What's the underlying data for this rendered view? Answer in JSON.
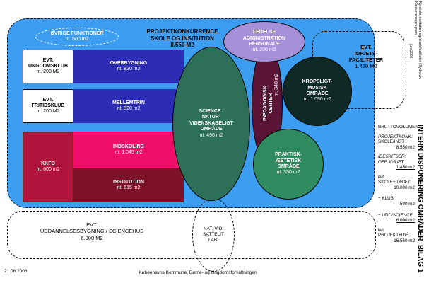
{
  "header": {
    "title": "PROJEKTKONKURRENCE",
    "subtitle": "SKOLE OG INSITUTION",
    "area": "8.550 M2"
  },
  "corner_note": {
    "lines": [
      "Ny skole, institution og idrætsfaciliteter i Sydhavn.",
      "Konkurrenceprogram",
      "juni 2006"
    ]
  },
  "areas": {
    "ovrige": {
      "label": "ØVRIGE FUNKTIONER",
      "value": "nt. 500 m2"
    },
    "ledelse": {
      "line1": "LEDELSE",
      "line2": "ADMINISTRATION",
      "line3": "PERSONALE",
      "value": "nt. 200 m2"
    },
    "idraet": {
      "line1": "EVT.",
      "line2": "IDRÆTS-",
      "line3": "FACILITETER",
      "value": "1.450 M2"
    },
    "ungdomsklub": {
      "line1": "EVT.",
      "line2": "UNGDOMSKLUB",
      "value": "nt. 200 M2"
    },
    "overbygning": {
      "label": "OVERBYGNING",
      "value": "nt. 820 m2"
    },
    "fritidsklub": {
      "line1": "EVT.",
      "line2": "FRITIDSKLUB",
      "value": "nt. 200 M2"
    },
    "mellemtrin": {
      "label": "MELLEMTRIN",
      "value": "nt. 820 m2"
    },
    "kkfo": {
      "label": "KKFO",
      "value": "nt. 600 m2"
    },
    "indskoling": {
      "label": "INDSKOLING",
      "value": "nt. 1.045 m2"
    },
    "institution": {
      "label": "INSTITUTION",
      "value": "nt. 615 m2"
    },
    "science": {
      "line1": "SCIENCE /",
      "line2": "NATUR-",
      "line3": "VIDENSKABELIGT",
      "line4": "OMRÅDE",
      "value": "nt. 490 m2"
    },
    "paedagogisk": {
      "line1": "PÆDAGOGISK",
      "line2": "CENTER",
      "value": "nt. 340 m2"
    },
    "kropsligt": {
      "line1": "KROPSLIGT-",
      "line2": "MUSISK",
      "line3": "OMRÅDE",
      "value": "nt. 1.090 m2"
    },
    "praktisk": {
      "line1": "PRAKTISK-",
      "line2": "ÆSTETISK",
      "line3": "OMRÅDE",
      "value": "nt. 350 m2"
    },
    "natvid": {
      "line1": "NAT.-VID.",
      "line2": "SATTELIT",
      "line3": "LAB."
    },
    "uddannelse": {
      "line1": "EVT.",
      "line2": "UDDANNELSESBYGNING / SCIENCEHUS",
      "value": "6.000 M2"
    }
  },
  "sidebar": {
    "heading": "BRUTTOVOLUMEN:",
    "projekt_label1": "PROJEKTKONK:",
    "projekt_label2": "SKOLE/INST",
    "projekt_value": "8.550 m2",
    "ide_label1": "IDÉSKITSER:",
    "ide_label2": "OFF. IDRÆT",
    "ide_value": "1.450 m2",
    "ialt1_label": "ialt SKOLE+IDRÆT:",
    "ialt1_value": "10.000 m2",
    "klub_label": "+ KLUB",
    "klub_value": "500 m2",
    "udd_label": "+ UDD/SCIENCE",
    "udd_value": "6.000 m2",
    "ialt2_label": "ialt PROJEKT+IDÉ:",
    "ialt2_value": "16.550 m2"
  },
  "side_title": "INTERN DISPONERING OMRÅDER  BILAG 1",
  "footer": {
    "date": "21.06.2006",
    "org": "Københavns Kommune, Børne- og Ungdomsforvaltningen"
  },
  "colors": {
    "main_bg": "#3d9df0",
    "blue_bar": "#2d2cb5",
    "crimson": "#b0143c",
    "magenta": "#f0106a",
    "dark_red": "#7e1228",
    "teal": "#2d6f58",
    "green": "#2f8a5f",
    "purple": "#a691d8",
    "dark": "#0f2a24",
    "brown": "#5a1436"
  }
}
